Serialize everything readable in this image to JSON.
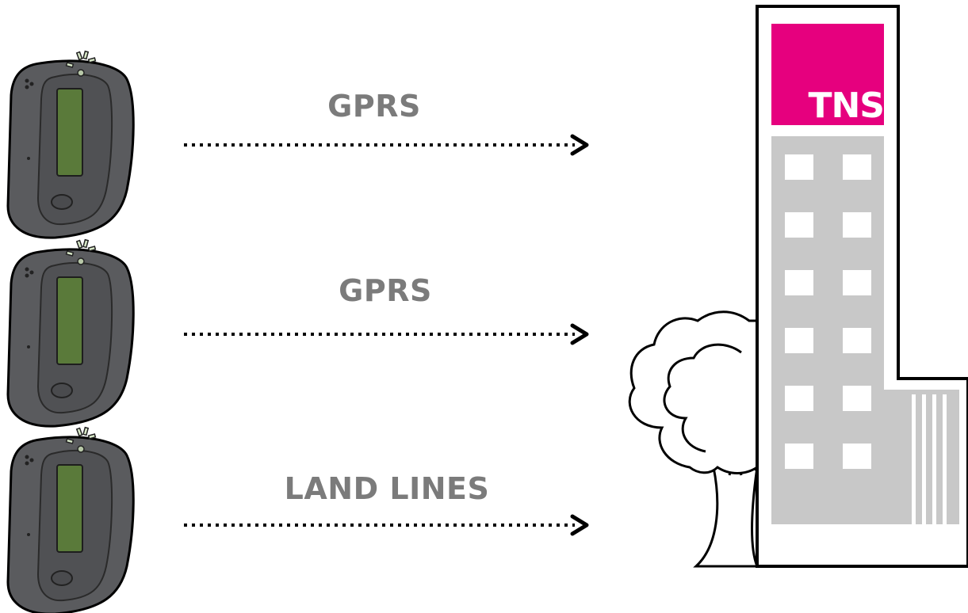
{
  "connections": [
    {
      "label": "GPRS"
    },
    {
      "label": "GPRS"
    },
    {
      "label": "LAND LINES"
    }
  ],
  "building": {
    "brand": "TNS",
    "brand_color": "#e6007e",
    "facade_color": "#c8c8c8"
  },
  "devices": [
    {
      "name": "meter-device"
    },
    {
      "name": "meter-device"
    },
    {
      "name": "meter-device"
    }
  ],
  "colors": {
    "label": "#7b7b7b",
    "device_body": "#5a5b5e",
    "device_screen": "#5a7a3a"
  }
}
